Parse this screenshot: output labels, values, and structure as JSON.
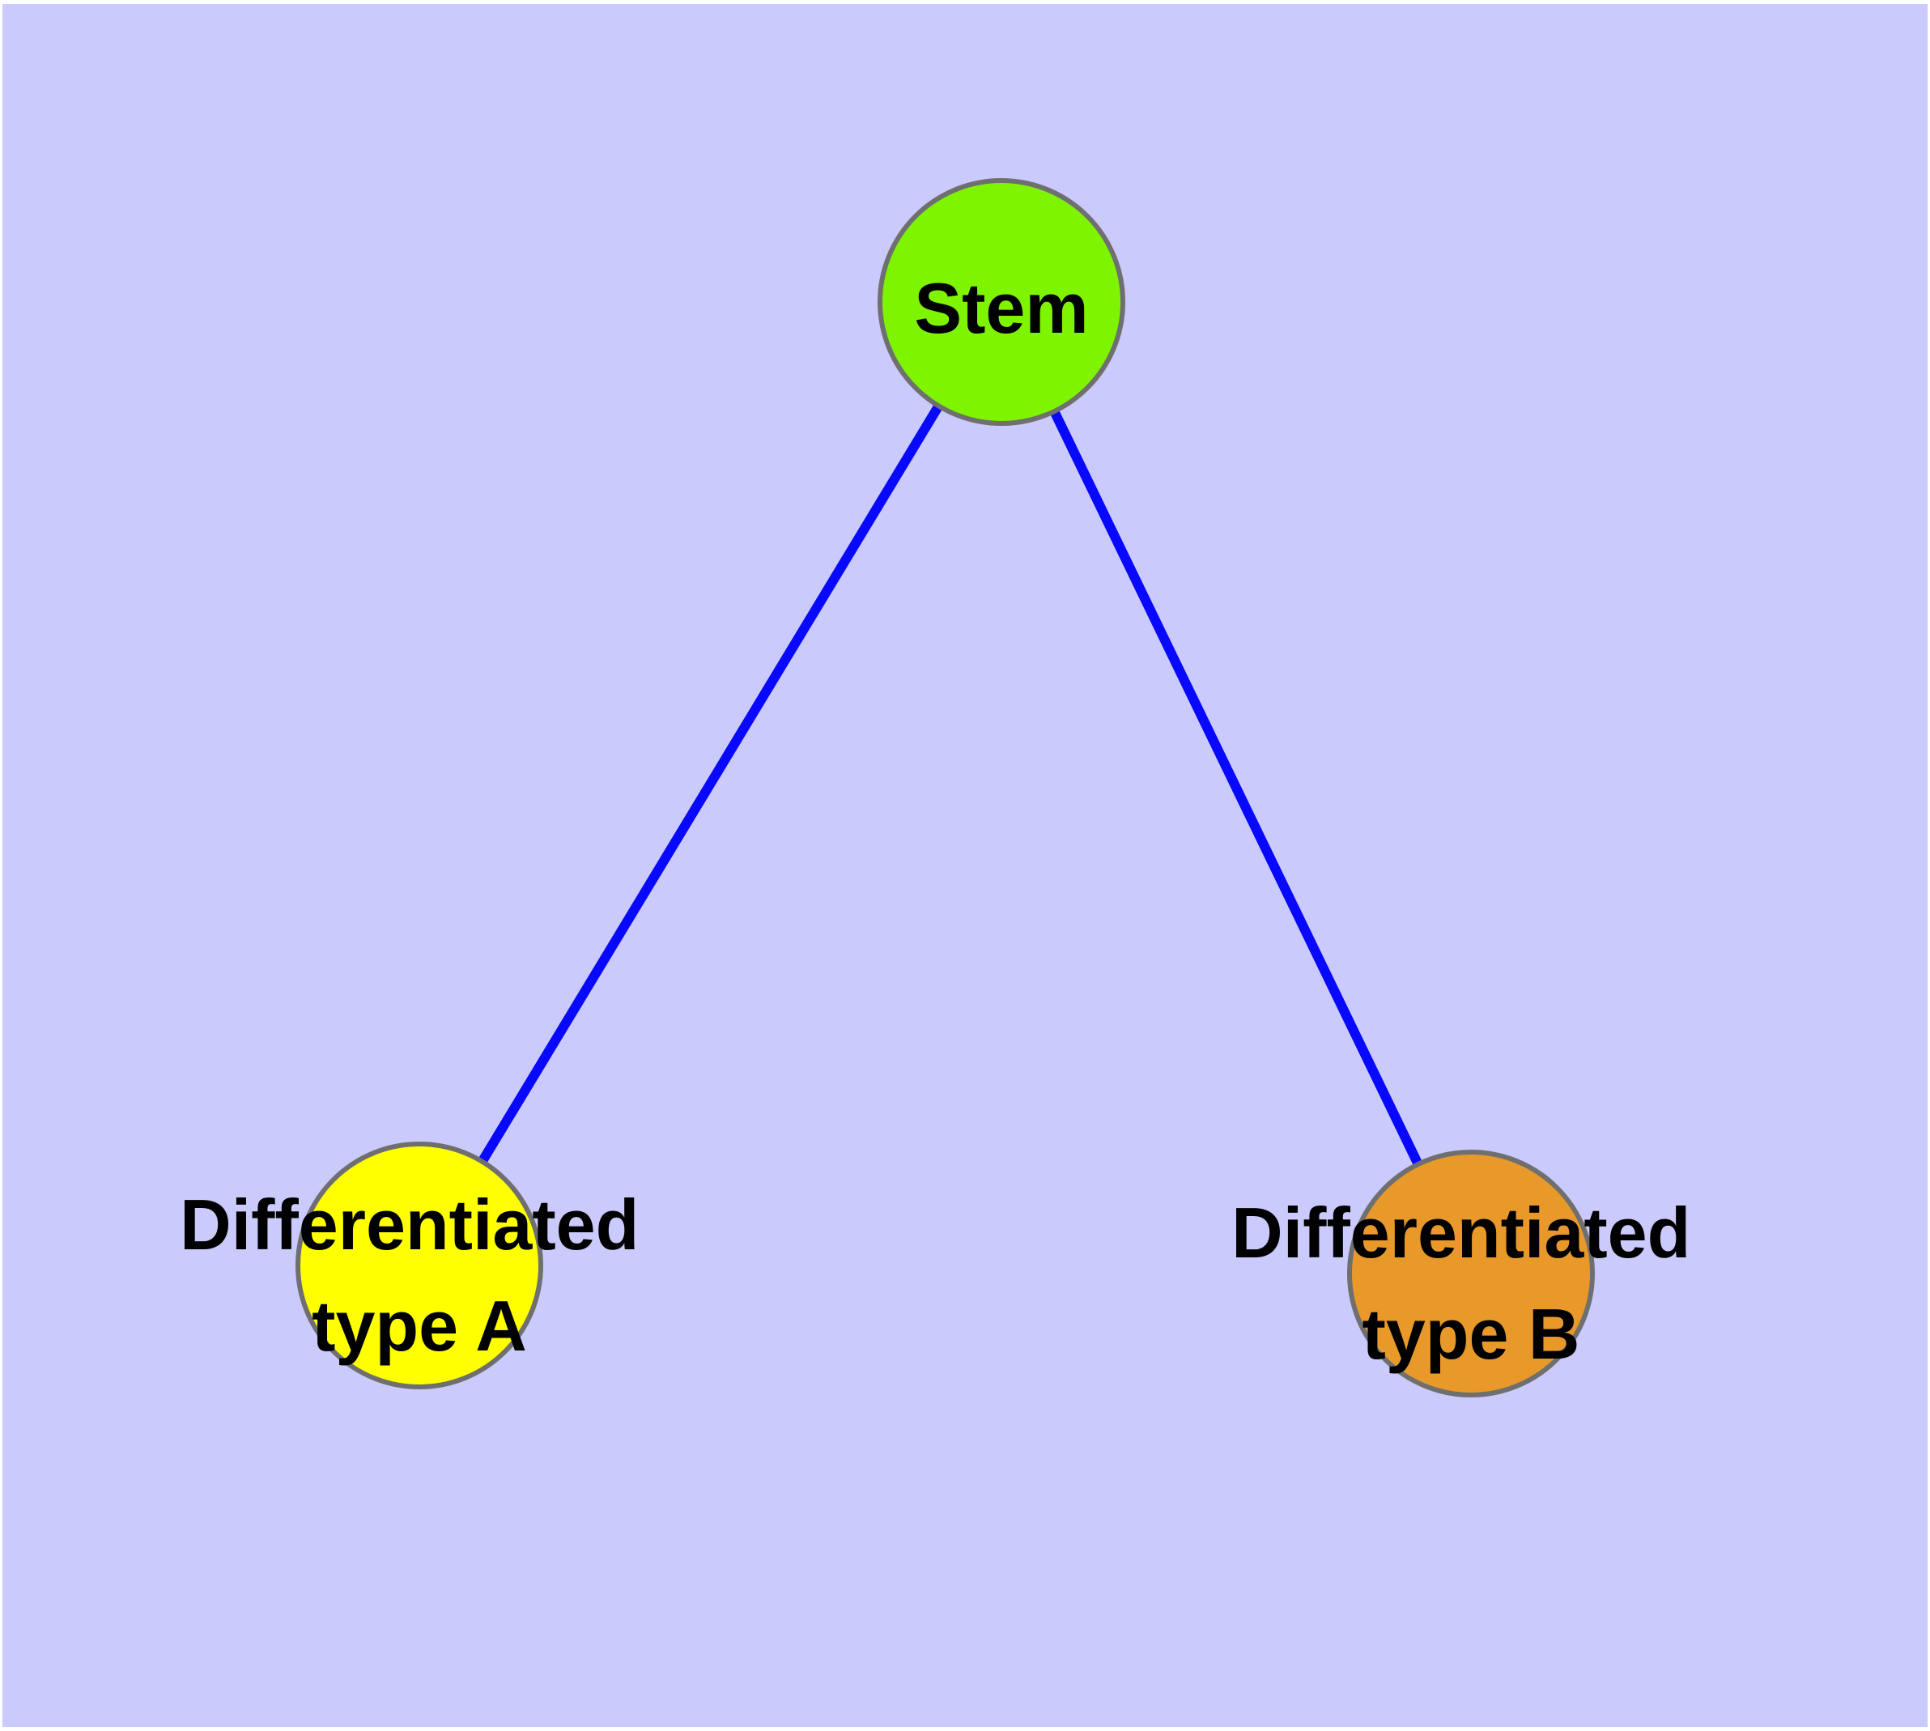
{
  "diagram": {
    "background_color": "#CACAFC",
    "page_margin_color": "#FFFFFF",
    "edge_color": "#0808FF",
    "node_border_color": "#6F6F6F",
    "label_color": "#000000",
    "nodes": [
      {
        "id": "stem",
        "label": "Stem",
        "color": "#7EF400"
      },
      {
        "id": "differentiated-type-a",
        "label": "Differentiated type A",
        "label_line1": "Differentiated",
        "label_line2": "type A",
        "color": "#FFFF00"
      },
      {
        "id": "differentiated-type-b",
        "label": "Differentiated type B",
        "label_line1": "Differentiated",
        "label_line2": "type B",
        "color": "#E8992A"
      }
    ],
    "edges": [
      {
        "from": "Stem",
        "to": "Differentiated type A"
      },
      {
        "from": "Stem",
        "to": "Differentiated type B"
      }
    ]
  }
}
